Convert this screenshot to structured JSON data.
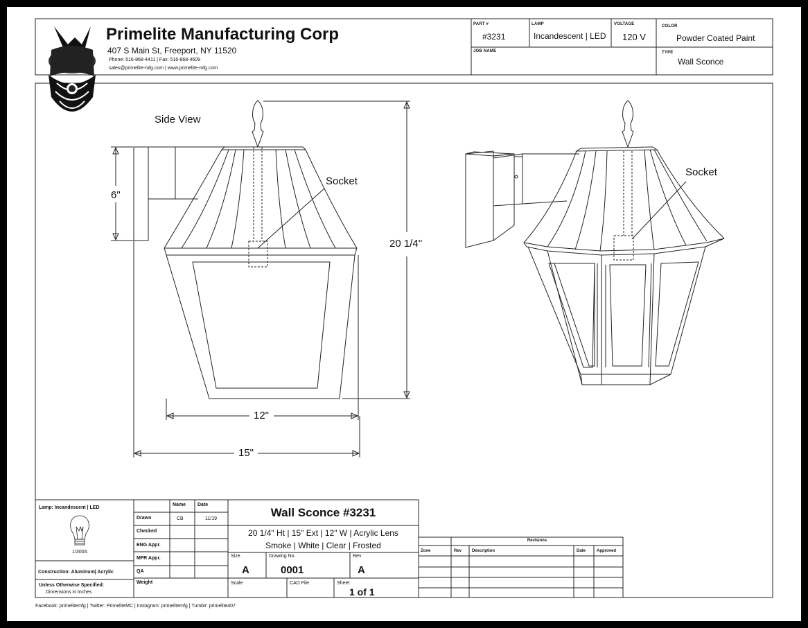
{
  "company": {
    "name": "Primelite Manufacturing Corp",
    "address": "407 S Main St, Freeport, NY 11520",
    "phone_fax": "Phone: 516-868-4411 | Fax: 516-868-4609",
    "email_web": "sales@primelite-mfg.com | www.primelite-mfg.com"
  },
  "header": {
    "part_label": "PART #",
    "part_value": "#3231",
    "lamp_label": "LAMP",
    "lamp_value": "Incandescent | LED",
    "voltage_label": "VOLTAGE",
    "voltage_value": "120 V",
    "color_label": "COLOR",
    "color_value": "Powder Coated Paint",
    "job_label": "JOB NAME",
    "job_value": "",
    "type_label": "TYPE",
    "type_value": "Wall Sconce"
  },
  "drawing": {
    "side_view_label": "Side View",
    "socket_label": "Socket",
    "dim_height": "20 1/4\"",
    "dim_backplate": "6\"",
    "dim_width": "12\"",
    "dim_extension": "15\""
  },
  "title_block": {
    "lamp": "Lamp: Incandescent | LED",
    "bulb_scale": "1/300A",
    "construction": "Construction: Aluminum| Acrylic",
    "unless": "Unless Otherwise Specified:",
    "dims": "Dimensions in Inches",
    "col_name": "Name",
    "col_date": "Date",
    "rows": [
      {
        "label": "Drawn",
        "name": "CB",
        "date": "11/19"
      },
      {
        "label": "Checked",
        "name": "",
        "date": ""
      },
      {
        "label": "ENG Appr.",
        "name": "",
        "date": ""
      },
      {
        "label": "MFR Appr.",
        "name": "",
        "date": ""
      },
      {
        "label": "QA",
        "name": "",
        "date": ""
      }
    ],
    "weight_label": "Weight",
    "title": "Wall Sconce #3231",
    "spec_line1": "20 1/4\" Ht | 15\" Ext | 12\" W | Acrylic Lens",
    "spec_line2": "Smoke | White | Clear | Frosted",
    "size_label": "Size",
    "size_value": "A",
    "drawing_no_label": "Drawing  No.",
    "drawing_no_value": "0001",
    "rev_label": "Rev",
    "rev_value": "A",
    "scale_label": "Scale",
    "cad_label": "CAD File",
    "sheet_label": "Sheet",
    "sheet_value": "1 of 1"
  },
  "revisions": {
    "title": "Revisions",
    "headers": [
      "Zone",
      "Rev",
      "Description",
      "Date",
      "Approved"
    ]
  },
  "footer": "Facebook: primelitemfg | Twitter: PrimeliteMC | Instagram: primelitemfg | Tumblr: primelite407"
}
